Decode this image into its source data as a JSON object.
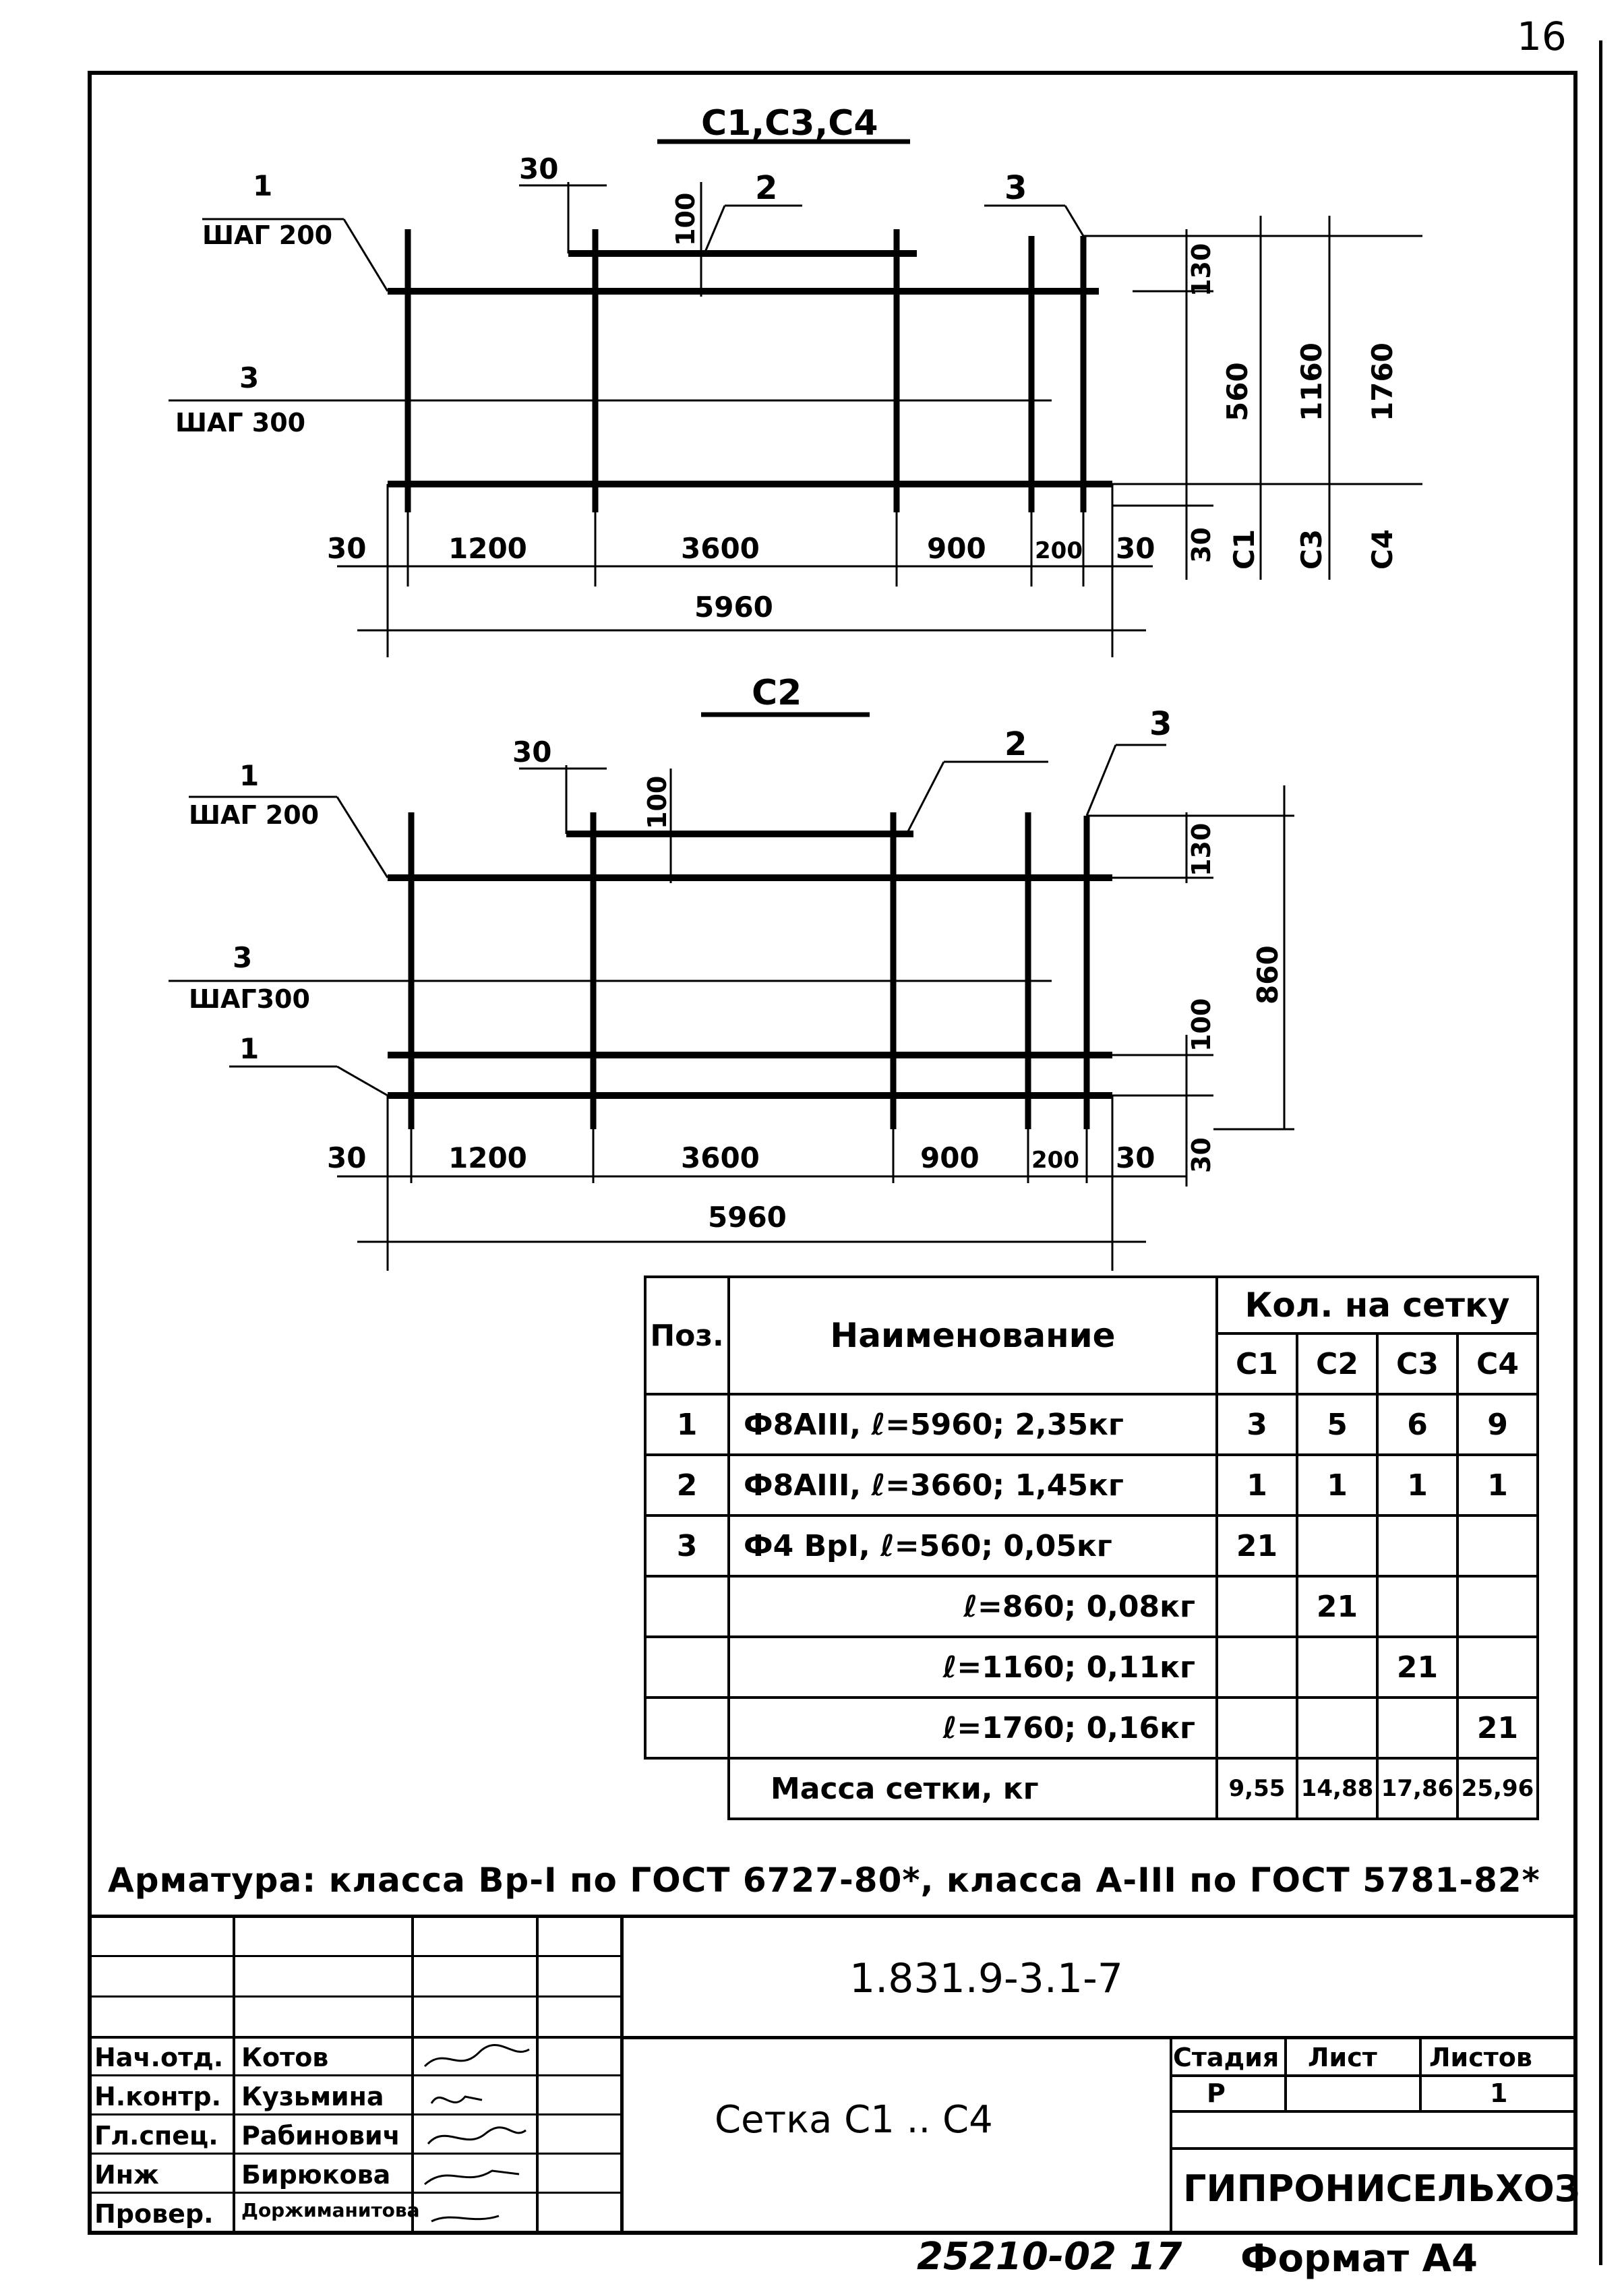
{
  "sheet_number": "16",
  "drawing1": {
    "title": "С1,С3,С4",
    "callout1_num": "1",
    "callout1_step": "ШАГ 200",
    "callout3_num": "3",
    "callout3_step": "ШАГ 300",
    "callout2": "2",
    "callout3_top": "3",
    "dim_30_top": "30",
    "dim_100": "100",
    "dim_130": "130",
    "dim_560": "560",
    "dim_1160": "1160",
    "dim_1760": "1760",
    "dim_30_left": "30",
    "dim_1200": "1200",
    "dim_3600": "3600",
    "dim_900": "900",
    "dim_200": "200",
    "dim_30_right": "30",
    "dim_30_vert": "30",
    "label_c1": "С1",
    "label_c3": "С3",
    "label_c4": "С4",
    "dim_5960": "5960"
  },
  "drawing2": {
    "title": "С2",
    "callout1_num": "1",
    "callout1_step": "ШАГ 200",
    "callout3_num": "3",
    "callout3_step": "ШАГ300",
    "callout1b": "1",
    "callout2": "2",
    "callout3_top": "3",
    "dim_30_top": "30",
    "dim_100_top": "100",
    "dim_130": "130",
    "dim_860": "860",
    "dim_100_mid": "100",
    "dim_30_vert": "30",
    "dim_30_left": "30",
    "dim_1200": "1200",
    "dim_3600": "3600",
    "dim_900": "900",
    "dim_200": "200",
    "dim_30_right": "30",
    "dim_5960": "5960"
  },
  "table": {
    "head_pos": "Поз.",
    "head_name": "Наименование",
    "head_qty": "Кол. на сетку",
    "cols": [
      "С1",
      "С2",
      "С3",
      "С4"
    ],
    "rows": [
      {
        "pos": "1",
        "name": "Ф8АIII, ℓ=5960; 2,35кг",
        "q": [
          "3",
          "5",
          "6",
          "9"
        ]
      },
      {
        "pos": "2",
        "name": "Ф8АIII, ℓ=3660; 1,45кг",
        "q": [
          "1",
          "1",
          "1",
          "1"
        ]
      },
      {
        "pos": "3",
        "name": "Ф4 ВрI, ℓ=560; 0,05кг",
        "q": [
          "21",
          "",
          "",
          ""
        ]
      },
      {
        "pos": "",
        "name": "ℓ=860; 0,08кг",
        "q": [
          "",
          "21",
          "",
          ""
        ]
      },
      {
        "pos": "",
        "name": "ℓ=1160; 0,11кг",
        "q": [
          "",
          "",
          "21",
          ""
        ]
      },
      {
        "pos": "",
        "name": "ℓ=1760; 0,16кг",
        "q": [
          "",
          "",
          "",
          "21"
        ]
      }
    ],
    "mass_label": "Масса сетки, кг",
    "mass": [
      "9,55",
      "14,88",
      "17,86",
      "25,96"
    ]
  },
  "note": "Арматура: класса Вр-I по ГОСТ 6727-80*, класса А-III по ГОСТ 5781-82*",
  "title_block": {
    "doc_code": "1.831.9-3.1-7",
    "sheet_title": "Сетка С1 .. С4",
    "stage_head": "Стадия",
    "sheet_head": "Лист",
    "sheets_head": "Листов",
    "stage": "Р",
    "sheet": "",
    "sheets": "1",
    "org": "ГИПРОНИСЕЛЬХОЗ",
    "people": [
      {
        "role": "Нач.отд.",
        "name": "Котов"
      },
      {
        "role": "Н.контр.",
        "name": "Кузьмина"
      },
      {
        "role": "Гл.спец.",
        "name": "Рабинович"
      },
      {
        "role": "Инж",
        "name": "Бирюкова"
      },
      {
        "role": "Провер.",
        "name": "Доржиманитова"
      }
    ]
  },
  "footer_num": "25210-02  17",
  "footer_format": "Формат А4"
}
